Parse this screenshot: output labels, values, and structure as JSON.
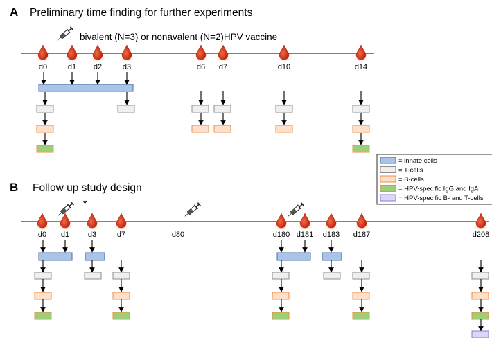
{
  "colors": {
    "innate": {
      "fill": "#a9c4e8",
      "stroke": "#4a6fa5"
    },
    "tcell": {
      "fill": "#efefef",
      "stroke": "#8c8c8c"
    },
    "bcell": {
      "fill": "#fde0cc",
      "stroke": "#ef8c45"
    },
    "igg": {
      "fill": "#9ccf78",
      "stroke": "#ef8c45"
    },
    "hpvbt": {
      "fill": "#ddd6f6",
      "stroke": "#8a7bd8"
    },
    "blood": "#c8290e",
    "line": "#000000"
  },
  "panelA": {
    "letter": "A",
    "title": "Preliminary time finding for further experiments",
    "vaccine_label": "bivalent (N=3) or nonavalent (N=2)HPV vaccine",
    "days": [
      "d0",
      "d1",
      "d2",
      "d3",
      "d6",
      "d7",
      "d10",
      "d14"
    ]
  },
  "panelB": {
    "letter": "B",
    "title": "Follow up study design",
    "asterisk": "*",
    "days": [
      "d0",
      "d1",
      "d3",
      "d7",
      "d80",
      "d180",
      "d181",
      "d183",
      "d187",
      "d208"
    ]
  },
  "legend": {
    "items": [
      {
        "key": "innate",
        "label": "= innate cells"
      },
      {
        "key": "tcell",
        "label": "= T-cells"
      },
      {
        "key": "bcell",
        "label": "= B-cells"
      },
      {
        "key": "igg",
        "label": "= HPV-specific IgG and IgA"
      },
      {
        "key": "hpvbt",
        "label": "= HPV-specific B- and T-cells"
      }
    ]
  }
}
